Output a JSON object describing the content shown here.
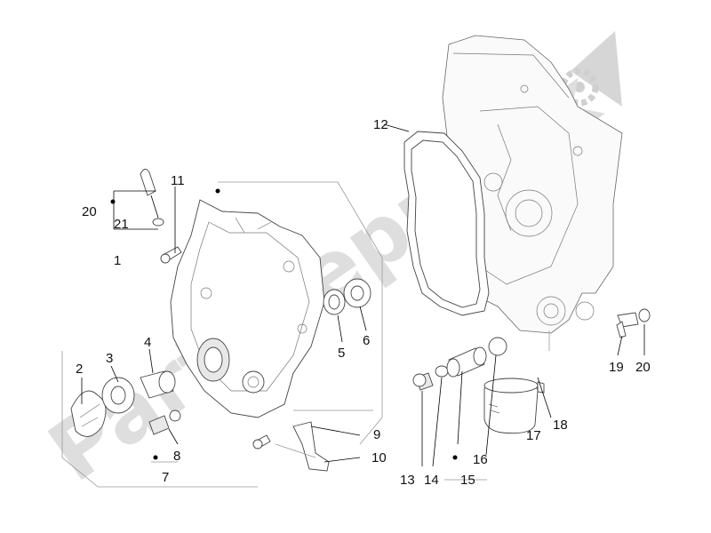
{
  "diagram": {
    "watermark": "PartsRepublik",
    "labels": [
      {
        "id": "1",
        "text": "1"
      },
      {
        "id": "2",
        "text": "2"
      },
      {
        "id": "3",
        "text": "3"
      },
      {
        "id": "4",
        "text": "4"
      },
      {
        "id": "5",
        "text": "5"
      },
      {
        "id": "6",
        "text": "6"
      },
      {
        "id": "7",
        "text": "7"
      },
      {
        "id": "8",
        "text": "8"
      },
      {
        "id": "9",
        "text": "9"
      },
      {
        "id": "10",
        "text": "10"
      },
      {
        "id": "11",
        "text": "11"
      },
      {
        "id": "12",
        "text": "12"
      },
      {
        "id": "13",
        "text": "13"
      },
      {
        "id": "14",
        "text": "14"
      },
      {
        "id": "15",
        "text": "15"
      },
      {
        "id": "16",
        "text": "16"
      },
      {
        "id": "17",
        "text": "17"
      },
      {
        "id": "18",
        "text": "18"
      },
      {
        "id": "19",
        "text": "19"
      },
      {
        "id": "20a",
        "text": "20"
      },
      {
        "id": "20b",
        "text": "20"
      },
      {
        "id": "21",
        "text": "21"
      }
    ]
  }
}
